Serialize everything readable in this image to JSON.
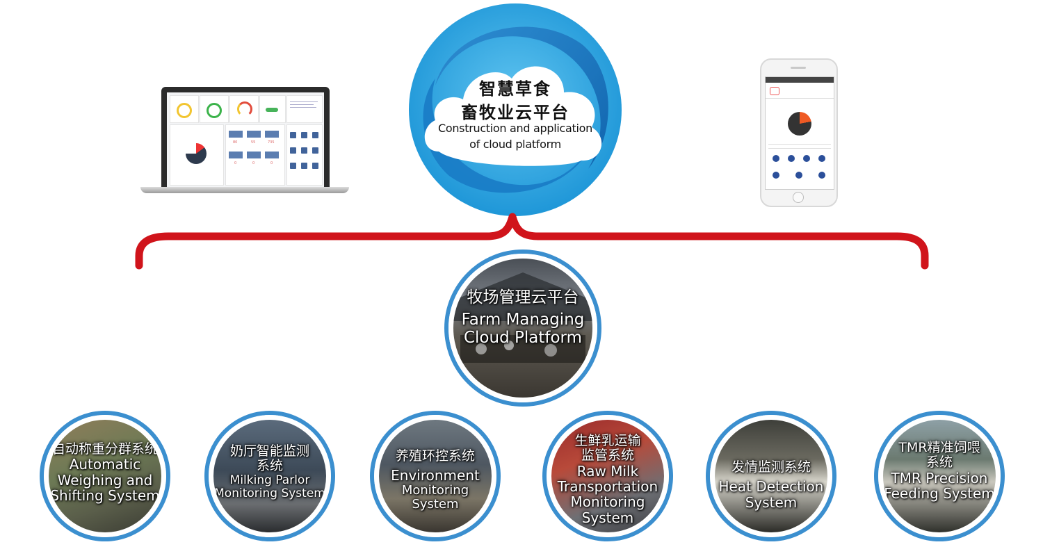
{
  "cloud_platform": {
    "title_zh_line1": "智慧草食",
    "title_zh_line2": "畜牧业云平台",
    "title_en_line1": "Construction and application",
    "title_en_line2": "of cloud platform",
    "colors": {
      "outer_blue": "#2aa6e0",
      "inner_blue": "#1a6fb8",
      "cloud_white": "#ffffff"
    }
  },
  "devices": {
    "laptop_icon": "laptop-dashboard-icon",
    "phone_icon": "smartphone-app-icon"
  },
  "bracket": {
    "color": "#d0141b"
  },
  "center_node": {
    "label_zh": "牧场管理云平台",
    "label_en_line1": "Farm Managing",
    "label_en_line2": "Cloud Platform",
    "ring_color": "#3b8fcf"
  },
  "systems": [
    {
      "zh": [
        "自动称重分群系统"
      ],
      "en": [
        "Automatic",
        "Weighing and",
        "Shifting System"
      ]
    },
    {
      "zh": [
        "奶厅智能监测",
        "系统"
      ],
      "en": [
        "Milking Parlor",
        "Monitoring System"
      ]
    },
    {
      "zh": [
        "养殖环控系统"
      ],
      "en": [
        "Environment",
        "Monitoring System"
      ]
    },
    {
      "zh": [
        "生鲜乳运输",
        "监管系统"
      ],
      "en": [
        "Raw Milk",
        "Transportation",
        "Monitoring",
        "System"
      ]
    },
    {
      "zh": [
        "发情监测系统"
      ],
      "en": [
        "Heat Detection",
        "System"
      ]
    },
    {
      "zh": [
        "TMR精准饲喂",
        "系统"
      ],
      "en": [
        "TMR Precision",
        "Feeding System"
      ]
    }
  ]
}
